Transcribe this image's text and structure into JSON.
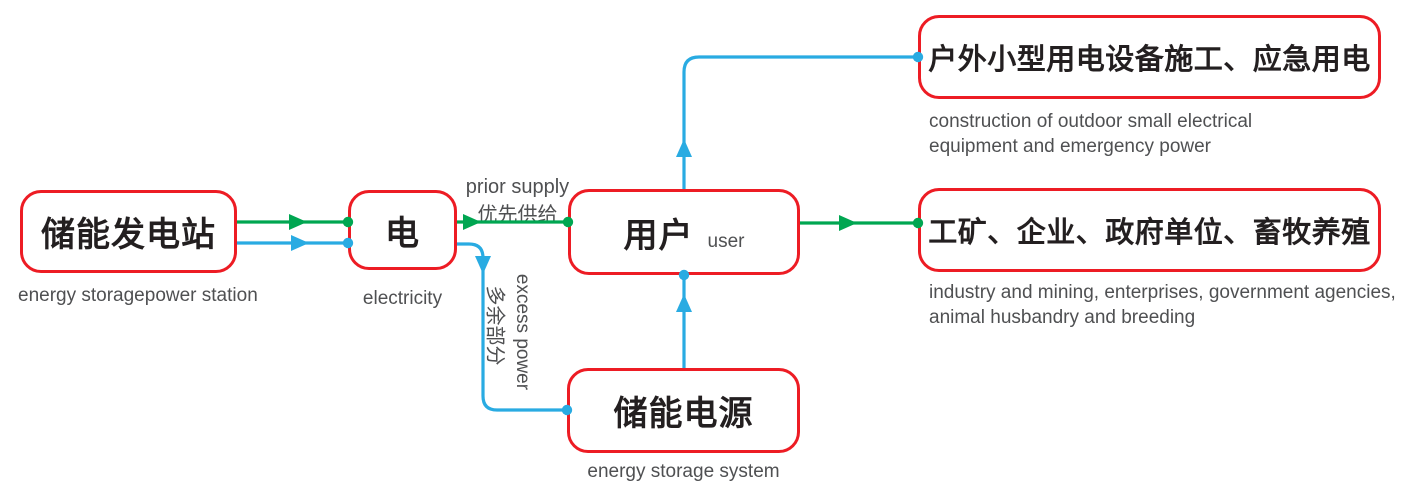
{
  "colors": {
    "node-border": "#ed1c24",
    "flow-green": "#00a651",
    "flow-blue": "#29abe2",
    "label-text": "#231f20",
    "caption-text": "#4f5052"
  },
  "nodes": {
    "power_station": {
      "label": "储能发电站",
      "caption": "energy storagepower station"
    },
    "electricity": {
      "label": "电",
      "caption": "electricity"
    },
    "user": {
      "label": "用户",
      "sublabel": "user"
    },
    "storage": {
      "label": "储能电源",
      "caption": "energy storage system"
    },
    "outdoor": {
      "label": "户外小型用电设备施工、应急用电",
      "caption_lines": [
        "construction of outdoor small electrical",
        "equipment and emergency power"
      ]
    },
    "industry": {
      "label": "工矿、企业、政府单位、畜牧养殖",
      "caption_lines": [
        "industry and mining, enterprises, government agencies,",
        "animal husbandry and breeding"
      ]
    }
  },
  "edges": {
    "prior_supply": {
      "en": "prior supply",
      "zh": "优先供给"
    },
    "excess_power": {
      "en": "excess power",
      "zh": "多余部分"
    }
  }
}
